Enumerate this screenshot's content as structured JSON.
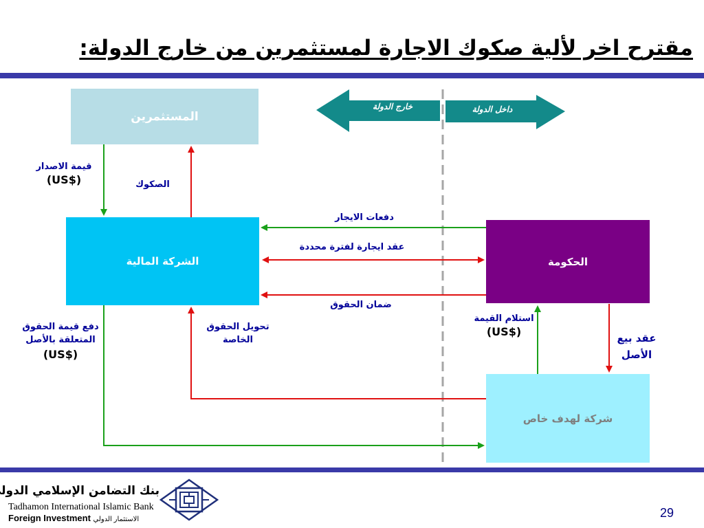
{
  "slide": {
    "title": "مقترح اخر لألية صكوك الاجارة لمستثمرين من خارج الدولة:",
    "page_number": "29",
    "accent_color": "#3a3aa8"
  },
  "nodes": {
    "investors": "المستثمرين",
    "finance_company": "الشركة المالية",
    "government": "الحكومة",
    "spv": "شركة لهدف خاص"
  },
  "regions": {
    "outside": "خارج الدولة",
    "inside": "داخل الدولة"
  },
  "labels": {
    "issue_value": "قيمة الاصدار",
    "issue_value_currency": "(US$)",
    "sukuk": "الصكوك",
    "lease_payments": "دفعات الايجار",
    "lease_contract": "عقد ايجارة لفترة محددة",
    "rights_guarantee": "ضمان الحقوق",
    "pay_rights_value_1": "دفع قيمة الحقوق",
    "pay_rights_value_2": "المتعلقة بالأصل",
    "pay_rights_currency": "(US$)",
    "transfer_rights_1": "تحويل الحقوق",
    "transfer_rights_2": "الخاصة",
    "receive_value": "استلام القيمة",
    "receive_value_currency": "(US$)",
    "sale_contract_1": "عقد بيع",
    "sale_contract_2": "الأصل"
  },
  "footer": {
    "bank_arabic": "بنك التضامن الإسلامي الدولي",
    "bank_english": "Tadhamon International Islamic Bank",
    "dept_english": "Foreign Investment",
    "dept_arabic": "الاستثمار الدولي"
  },
  "colors": {
    "investors_box": "#b7dde6",
    "finance_box": "#00c4f4",
    "government_box": "#7a0085",
    "spv_box": "#9ef0ff",
    "arrow_green": "#1aa01a",
    "arrow_red": "#e01010",
    "region_arrow": "#138a8a",
    "divider": "#a6a6a6"
  }
}
